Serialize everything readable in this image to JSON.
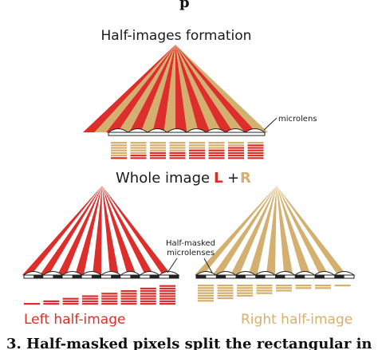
{
  "figure": {
    "top_snippet": "p",
    "title": "Half-images formation",
    "microlens_label": "microlens",
    "whole_image": {
      "text": "Whole image",
      "left_letter": "L",
      "plus": "+",
      "right_letter": "R"
    },
    "half_masked_label": [
      "Half-masked",
      "microlenses"
    ],
    "left_caption": "Left half-image",
    "right_caption": "Right half-image",
    "caption": "3. Half-masked pixels split the rectangular in"
  },
  "colors": {
    "red": "#dc2e2a",
    "tan": "#d4b070",
    "text": "#1a1a1a",
    "lens_fill": "#ffffff",
    "lens_stroke": "#222222"
  }
}
